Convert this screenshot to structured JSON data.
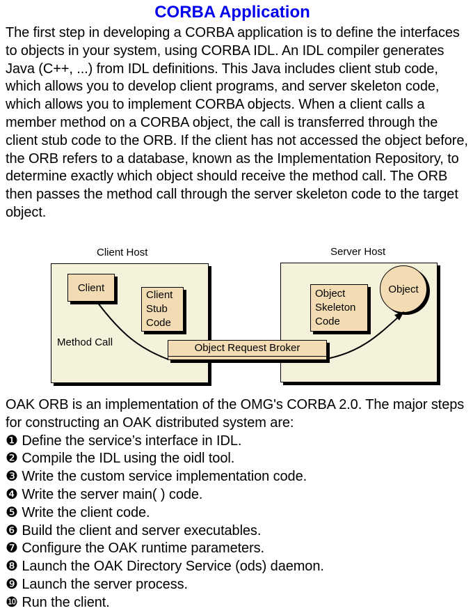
{
  "title": "CORBA Application",
  "intro": "The first step in developing a CORBA application is to define the interfaces to objects in your system, using CORBA IDL.  An IDL compiler generates Java (C++, ...) from IDL definitions.  This Java includes client stub code, which allows you to develop client programs, and server skeleton code, which allows you to implement CORBA objects.  When a client calls a member method on a CORBA object, the call is transferred through the client stub code to the ORB.  If the client has not accessed the object before, the ORB refers to a database, known as the Implementation Repository, to determine exactly which object should receive the method call.  The ORB then passes the method call through the server skeleton code to the target object.",
  "diagram": {
    "client_host": "Client Host",
    "server_host": "Server Host",
    "client": "Client",
    "client_stub": [
      "Client",
      "Stub",
      "Code"
    ],
    "method_call": "Method Call",
    "orb": "Object Request Broker",
    "skeleton": [
      "Object",
      "Skeleton",
      "Code"
    ],
    "object": "Object"
  },
  "summary": "OAK ORB is an implementation of the OMG's CORBA 2.0.  The major steps for constructing an OAK distributed system are:",
  "steps": [
    {
      "num": "❶",
      "text": "Define the service’s interface in IDL."
    },
    {
      "num": "❷",
      "text": "Compile the IDL using the oidl tool."
    },
    {
      "num": "❸",
      "text": "Write the custom service implementation code."
    },
    {
      "num": "❹",
      "text": "Write the server main( ) code."
    },
    {
      "num": "❺",
      "text": "Write the client code."
    },
    {
      "num": "❻",
      "text": "Build the client and server executables."
    },
    {
      "num": "❼",
      "text": "Configure the OAK runtime parameters."
    },
    {
      "num": "❽",
      "text": "Launch the OAK Directory Service (ods) daemon."
    },
    {
      "num": "❾",
      "text": "Launch the server process."
    },
    {
      "num": "❿",
      "text": "Run the client."
    }
  ]
}
